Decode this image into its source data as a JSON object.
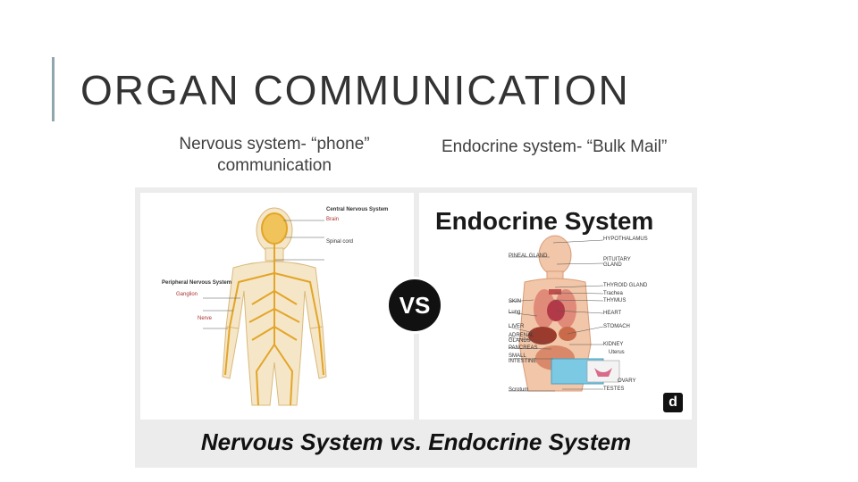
{
  "slide": {
    "title": "ORGAN COMMUNICATION",
    "left_caption": "Nervous system- “phone” communication",
    "right_caption": "Endocrine system- “Bulk Mail”"
  },
  "figure": {
    "vs_badge": "VS",
    "bottom_caption": "Nervous System vs. Endocrine System",
    "logo_letter": "d",
    "nervous_labels": {
      "cns": "Central Nervous System",
      "brain": "Brain",
      "spinal_cord": "Spinal cord",
      "pns": "Peripheral Nervous System",
      "ganglion": "Ganglion",
      "nerve": "Nerve"
    },
    "endocrine": {
      "title": "Endocrine System",
      "labels_left": [
        "PINEAL GLAND",
        "SKIN",
        "Lung",
        "LIVER",
        "ADRENAL GLANDS",
        "PANCREAS",
        "SMALL INTESTINE",
        "Scrotum"
      ],
      "labels_right": [
        "HYPOTHALAMUS",
        "PITUITARY GLAND",
        "THYROID GLAND",
        "Trachea",
        "THYMUS",
        "HEART",
        "STOMACH",
        "KIDNEY",
        "Uterus",
        "OVARY",
        "TESTES"
      ]
    }
  }
}
